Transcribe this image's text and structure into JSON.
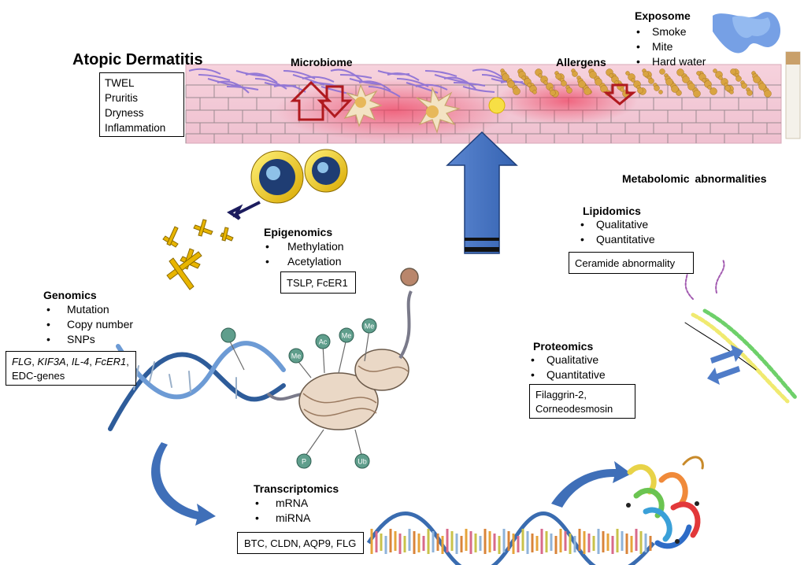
{
  "title": "Atopic Dermatitis",
  "symptoms": [
    "TWEL",
    "Pruritis",
    "Dryness",
    "Inflammation"
  ],
  "microbiome_label": "Microbiome",
  "allergens_label": "Allergens",
  "exposome": {
    "title": "Exposome",
    "items": [
      "Smoke",
      "Mite",
      "Hard water"
    ]
  },
  "metabolomic_label": "Metabolomic abnormalities",
  "epigenomics": {
    "title": "Epigenomics",
    "items": [
      "Methylation",
      "Acetylation"
    ],
    "box": "TSLP, FcER1"
  },
  "lipidomics": {
    "title": "Lipidomics",
    "items": [
      "Qualitative",
      "Quantitative"
    ],
    "box": "Ceramide abnormality"
  },
  "genomics": {
    "title": "Genomics",
    "items": [
      "Mutation",
      "Copy number",
      "SNPs"
    ],
    "genes_italic": [
      "FLG",
      "KIF3A",
      "IL-4",
      "FcER1"
    ],
    "genes_last": "EDC-genes"
  },
  "proteomics": {
    "title": "Proteomics",
    "items": [
      "Qualitative",
      "Quantitative"
    ],
    "box": [
      "Filaggrin-2,",
      "Corneodesmosin"
    ]
  },
  "transcriptomics": {
    "title": "Transcriptomics",
    "items": [
      "mRNA",
      "miRNA"
    ],
    "box": "BTC, CLDN, AQP9, FLG"
  },
  "histone_marks": [
    "Me",
    "Ac",
    "Me",
    "Me",
    "P",
    "Ub"
  ],
  "colors": {
    "skin_base": "#f3c9d6",
    "cell_line": "#9a8a90",
    "microbiome": "#8a6fd6",
    "allergen": "#d9a441",
    "outline_arrow": "#b0191e",
    "big_arrow": "#4472c4",
    "curve_arrow": "#3f6fb8",
    "dna_blue": "#2e5c9a"
  }
}
